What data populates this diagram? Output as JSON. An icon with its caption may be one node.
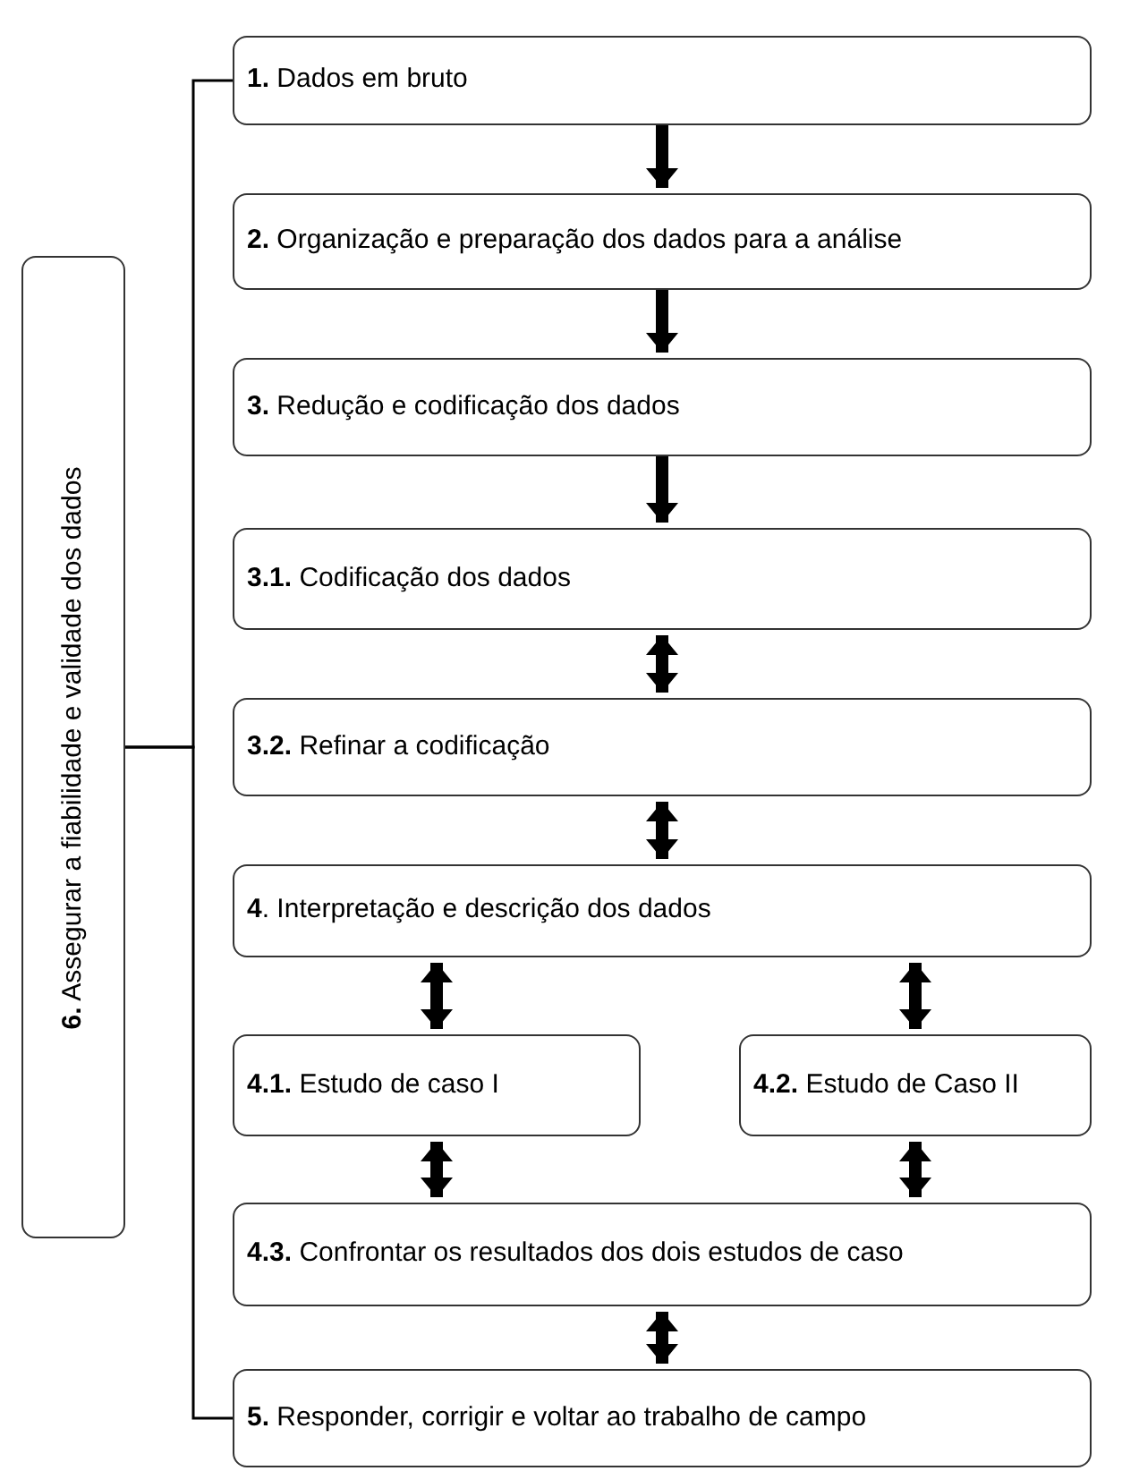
{
  "diagram": {
    "nodes": [
      {
        "text": [
          "**1.** Dados em bruto"
        ]
      },
      {
        "text": [
          "**2.** Organização e preparação dos dados para a análise"
        ]
      },
      {
        "text": [
          "**3.** Redução e codificação dos dados"
        ]
      },
      {
        "text": [
          "**3.1.** Codificação dos dados"
        ]
      },
      {
        "text": [
          "**3.2.** Refinar a codificação"
        ]
      },
      {
        "text": [
          "**4**. Interpretação e descrição dos dados"
        ]
      },
      {
        "text": [
          "**4.1.** Estudo de caso I"
        ]
      },
      {
        "text": [
          "**4.2.** Estudo de Caso II"
        ]
      },
      {
        "text": [
          "**4.3.** Confrontar os resultados dos dois estudos de caso"
        ]
      },
      {
        "text": [
          "**5.** Responder, corrigir e voltar ao trabalho de campo"
        ]
      },
      {
        "text": [
          "**6.** Assegurar a fiabilidade e validade dos dados"
        ]
      }
    ],
    "edges": [
      {
        "from": 0,
        "to": 1,
        "arrow": "to"
      },
      {
        "from": 1,
        "to": 2,
        "arrow": "to"
      },
      {
        "from": 2,
        "to": 3,
        "arrow": "to"
      },
      {
        "from": 3,
        "to": 4,
        "arrow": "both"
      },
      {
        "from": 4,
        "to": 5,
        "arrow": "both"
      },
      {
        "from": 5,
        "to": 6,
        "arrow": "both"
      },
      {
        "from": 5,
        "to": 7,
        "arrow": "both"
      },
      {
        "from": 6,
        "to": 8,
        "arrow": "both"
      },
      {
        "from": 7,
        "to": 8,
        "arrow": "both"
      },
      {
        "from": 8,
        "to": 9,
        "arrow": "both"
      },
      {
        "from": 10,
        "to": 0,
        "arrow": "none"
      },
      {
        "from": 10,
        "to": 9,
        "arrow": "none"
      }
    ]
  }
}
